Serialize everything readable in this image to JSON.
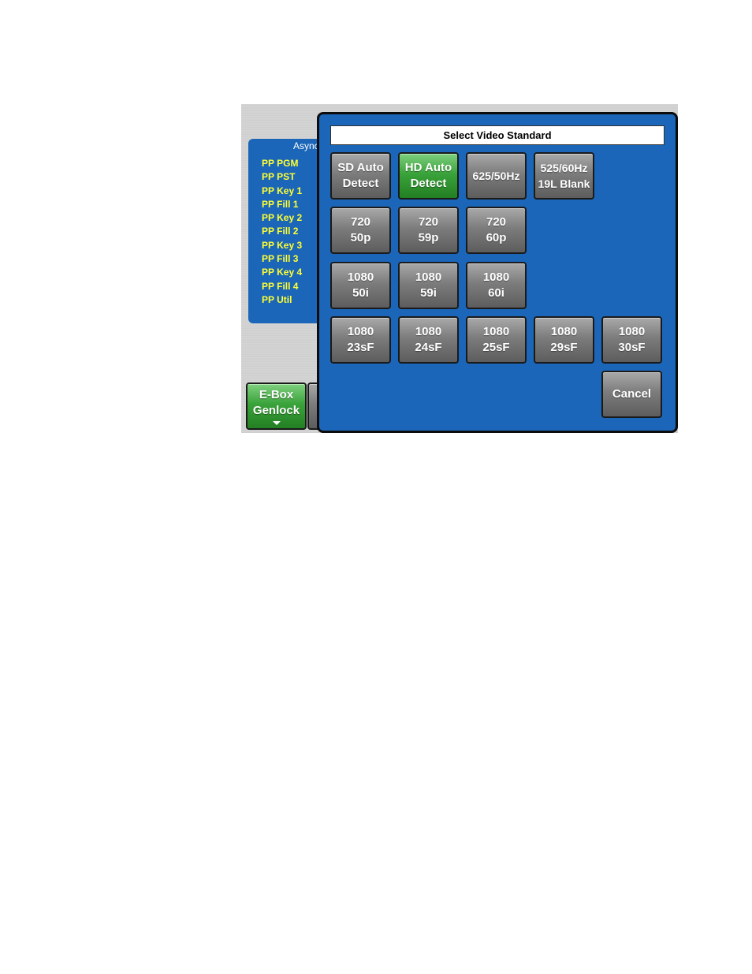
{
  "async_panel": {
    "title": "Async",
    "items": [
      "PP PGM",
      "PP PST",
      "PP Key 1",
      "PP Fill 1",
      "PP Key 2",
      "PP Fill 2",
      "PP Key 3",
      "PP Fill 3",
      "PP Key 4",
      "PP Fill 4",
      "PP Util"
    ]
  },
  "ebox_button": {
    "line1": "E-Box",
    "line2": "Genlock"
  },
  "dialog": {
    "title": "Select Video Standard",
    "rows": [
      [
        {
          "line1": "SD Auto",
          "line2": "Detect",
          "selected": false
        },
        {
          "line1": "HD Auto",
          "line2": "Detect",
          "selected": true
        },
        {
          "line1": "625/50Hz",
          "line2": "",
          "selected": false
        },
        {
          "line1": "525/60Hz",
          "line2": "19L Blank",
          "selected": false
        }
      ],
      [
        {
          "line1": "720",
          "line2": "50p",
          "selected": false
        },
        {
          "line1": "720",
          "line2": "59p",
          "selected": false
        },
        {
          "line1": "720",
          "line2": "60p",
          "selected": false
        }
      ],
      [
        {
          "line1": "1080",
          "line2": "50i",
          "selected": false
        },
        {
          "line1": "1080",
          "line2": "59i",
          "selected": false
        },
        {
          "line1": "1080",
          "line2": "60i",
          "selected": false
        }
      ],
      [
        {
          "line1": "1080",
          "line2": "23sF",
          "selected": false
        },
        {
          "line1": "1080",
          "line2": "24sF",
          "selected": false
        },
        {
          "line1": "1080",
          "line2": "25sF",
          "selected": false
        },
        {
          "line1": "1080",
          "line2": "29sF",
          "selected": false
        },
        {
          "line1": "1080",
          "line2": "30sF",
          "selected": false
        }
      ]
    ],
    "cancel_label": "Cancel"
  },
  "colors": {
    "panel_blue": "#1b66b8",
    "selected_green": "#3aa33a",
    "button_grey": "#7c7c7c",
    "async_text_yellow": "#ffff33"
  }
}
